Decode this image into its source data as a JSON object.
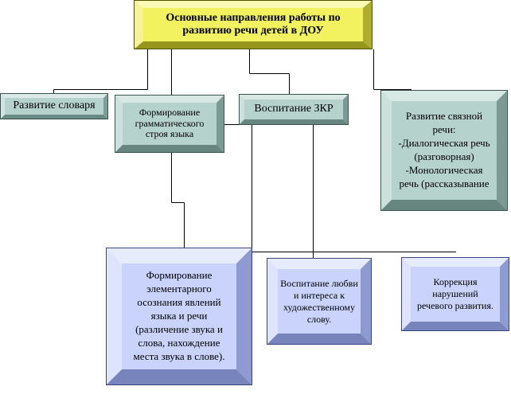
{
  "colors": {
    "title_face": "#f2f260",
    "teal_face": "#b6d2cd",
    "blue_face": "#c9d3fb",
    "line": "#000000"
  },
  "diagram": {
    "title": {
      "line1": "Основные направления работы по",
      "line2": "развитию речи детей в ДОУ"
    },
    "vocabulary": {
      "text": "Развитие словаря"
    },
    "grammar": {
      "line1": "Формирование",
      "line2": "грамматического",
      "line3": "строя языка"
    },
    "zkr": {
      "text": "Воспитание ЗКР"
    },
    "coherent": {
      "line1": "Развитие связной",
      "line2": "речи:",
      "line3": "-Диалогическая речь",
      "line4": "(разговорная)",
      "line5": "-Монологическая",
      "line6": "речь (рассказывание"
    },
    "elementary": {
      "line1": "Формирование",
      "line2": "элементарного",
      "line3": "осознания явлений",
      "line4": "языка и речи",
      "line5": "(различение звука и",
      "line6": "слова, нахождение",
      "line7": "места звука в слове)."
    },
    "literature": {
      "line1": "Воспитание любви",
      "line2": "и интереса к",
      "line3": "художественному",
      "line4": "слову."
    },
    "correction": {
      "line1": "Коррекция",
      "line2": "нарушений",
      "line3": "речевого развития."
    }
  }
}
